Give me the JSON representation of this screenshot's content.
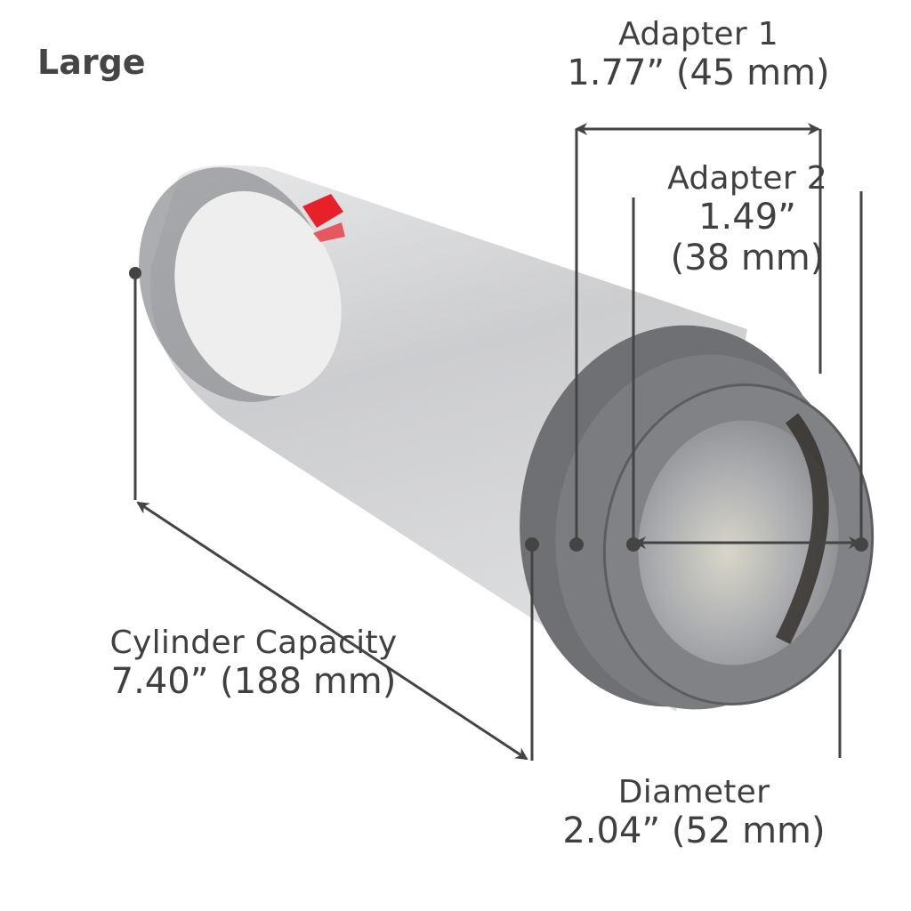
{
  "title": "Large",
  "dimensions": {
    "adapter1": {
      "name": "Adapter 1",
      "inches": "1.77”",
      "mm": "(45 mm)"
    },
    "adapter2": {
      "name": "Adapter 2",
      "inches": "1.49”",
      "mm": "(38 mm)"
    },
    "cylinder_capacity": {
      "name": "Cylinder Capacity",
      "inches": "7.40”",
      "mm": "(188 mm)"
    },
    "diameter": {
      "name": "Diameter",
      "inches": "2.04”",
      "mm": "(52 mm)"
    }
  },
  "colors": {
    "text": "#404040",
    "line": "#444444",
    "ring": "#6e7074",
    "cylinder": "#c9cacc",
    "valve": "#e8202a"
  }
}
